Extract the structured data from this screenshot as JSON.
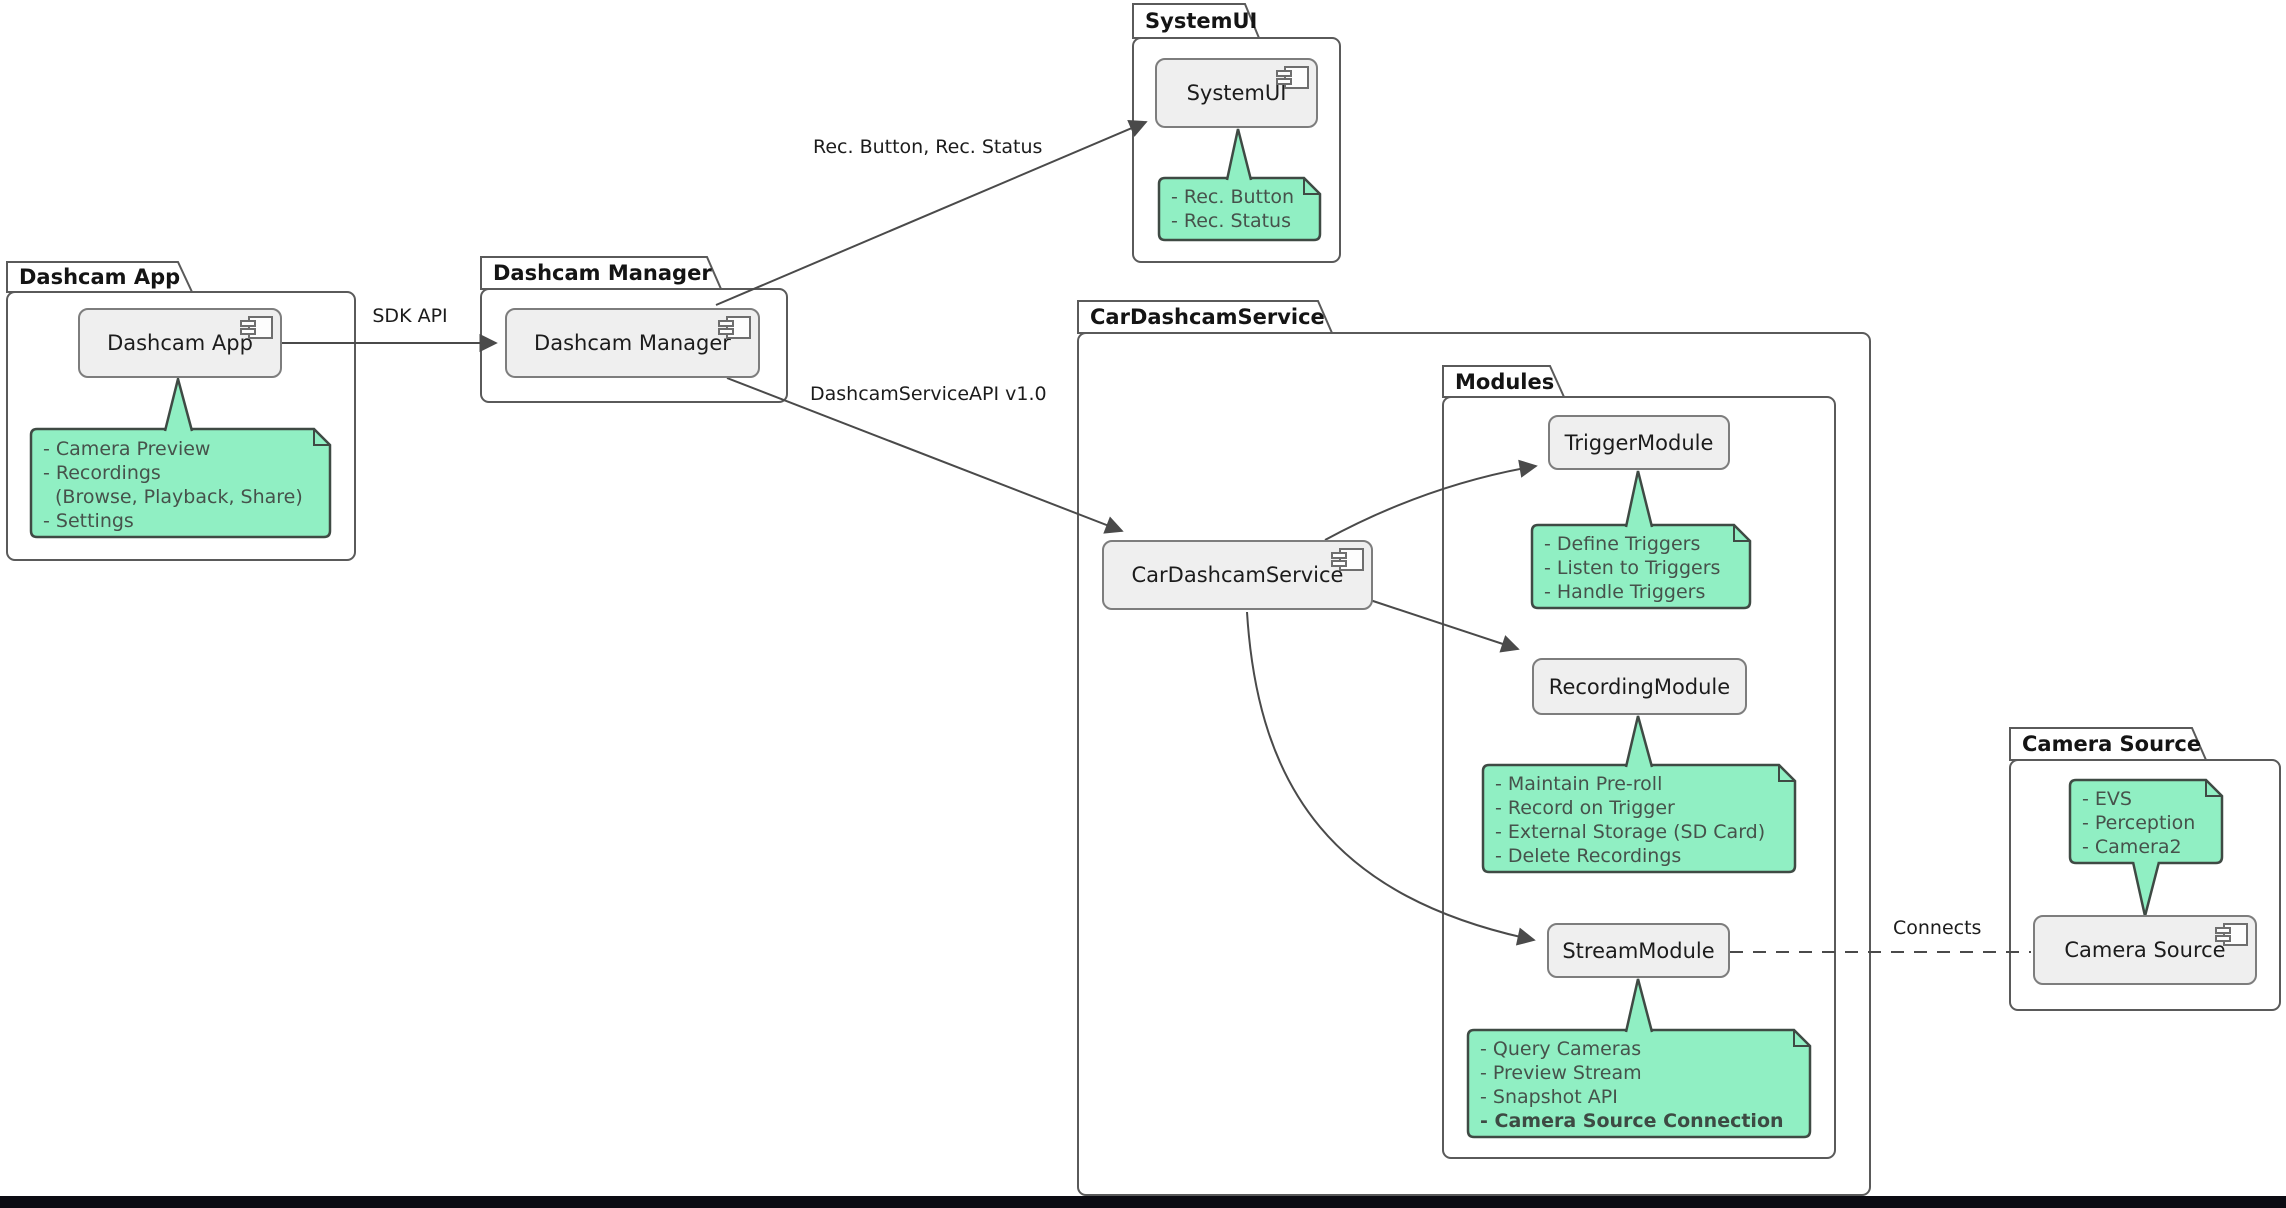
{
  "diagram_type": "uml-component-diagram",
  "colors": {
    "note_fill": "#90efc3",
    "note_border": "#3f4a44",
    "component_fill": "#EFEFEF",
    "component_border": "#7d7d7d",
    "package_border": "#5a5a5a",
    "line": "#4a4a4a",
    "footer_bar": "#0b0b12"
  },
  "packages": {
    "dashcam_app": {
      "label": "Dashcam App"
    },
    "dashcam_manager": {
      "label": "Dashcam Manager"
    },
    "systemui": {
      "label": "SystemUI"
    },
    "car_dashcam_service": {
      "label": "CarDashcamService"
    },
    "modules": {
      "label": "Modules"
    },
    "camera_source": {
      "label": "Camera Source"
    }
  },
  "components": {
    "dashcam_app": {
      "label": "Dashcam App"
    },
    "dashcam_manager": {
      "label": "Dashcam Manager"
    },
    "systemui": {
      "label": "SystemUI"
    },
    "car_dashcam_service": {
      "label": "CarDashcamService"
    },
    "trigger_module": {
      "label": "TriggerModule"
    },
    "recording_module": {
      "label": "RecordingModule"
    },
    "stream_module": {
      "label": "StreamModule"
    },
    "camera_source": {
      "label": "Camera Source"
    }
  },
  "notes": {
    "dashcam_app": {
      "lines": [
        "- Camera Preview",
        "- Recordings",
        "(Browse, Playback, Share)",
        "- Settings"
      ]
    },
    "systemui": {
      "lines": [
        "- Rec. Button",
        "- Rec. Status"
      ]
    },
    "trigger_module": {
      "lines": [
        "- Define Triggers",
        "- Listen to Triggers",
        "- Handle Triggers"
      ]
    },
    "recording_module": {
      "lines": [
        "- Maintain Pre-roll",
        "- Record on Trigger",
        "- External Storage (SD Card)",
        "- Delete Recordings"
      ]
    },
    "stream_module": {
      "lines": [
        "- Query Cameras",
        "- Preview Stream",
        "- Snapshot API",
        "- Camera Source Connection"
      ]
    },
    "camera_source": {
      "lines": [
        "- EVS",
        "- Perception",
        "- Camera2"
      ]
    }
  },
  "edges": {
    "sdk_api": {
      "label": "SDK API"
    },
    "rec_button_status": {
      "label": "Rec. Button, Rec. Status"
    },
    "dashcam_service_api": {
      "label": "DashcamServiceAPI v1.0"
    },
    "connects": {
      "label": "Connects"
    }
  }
}
